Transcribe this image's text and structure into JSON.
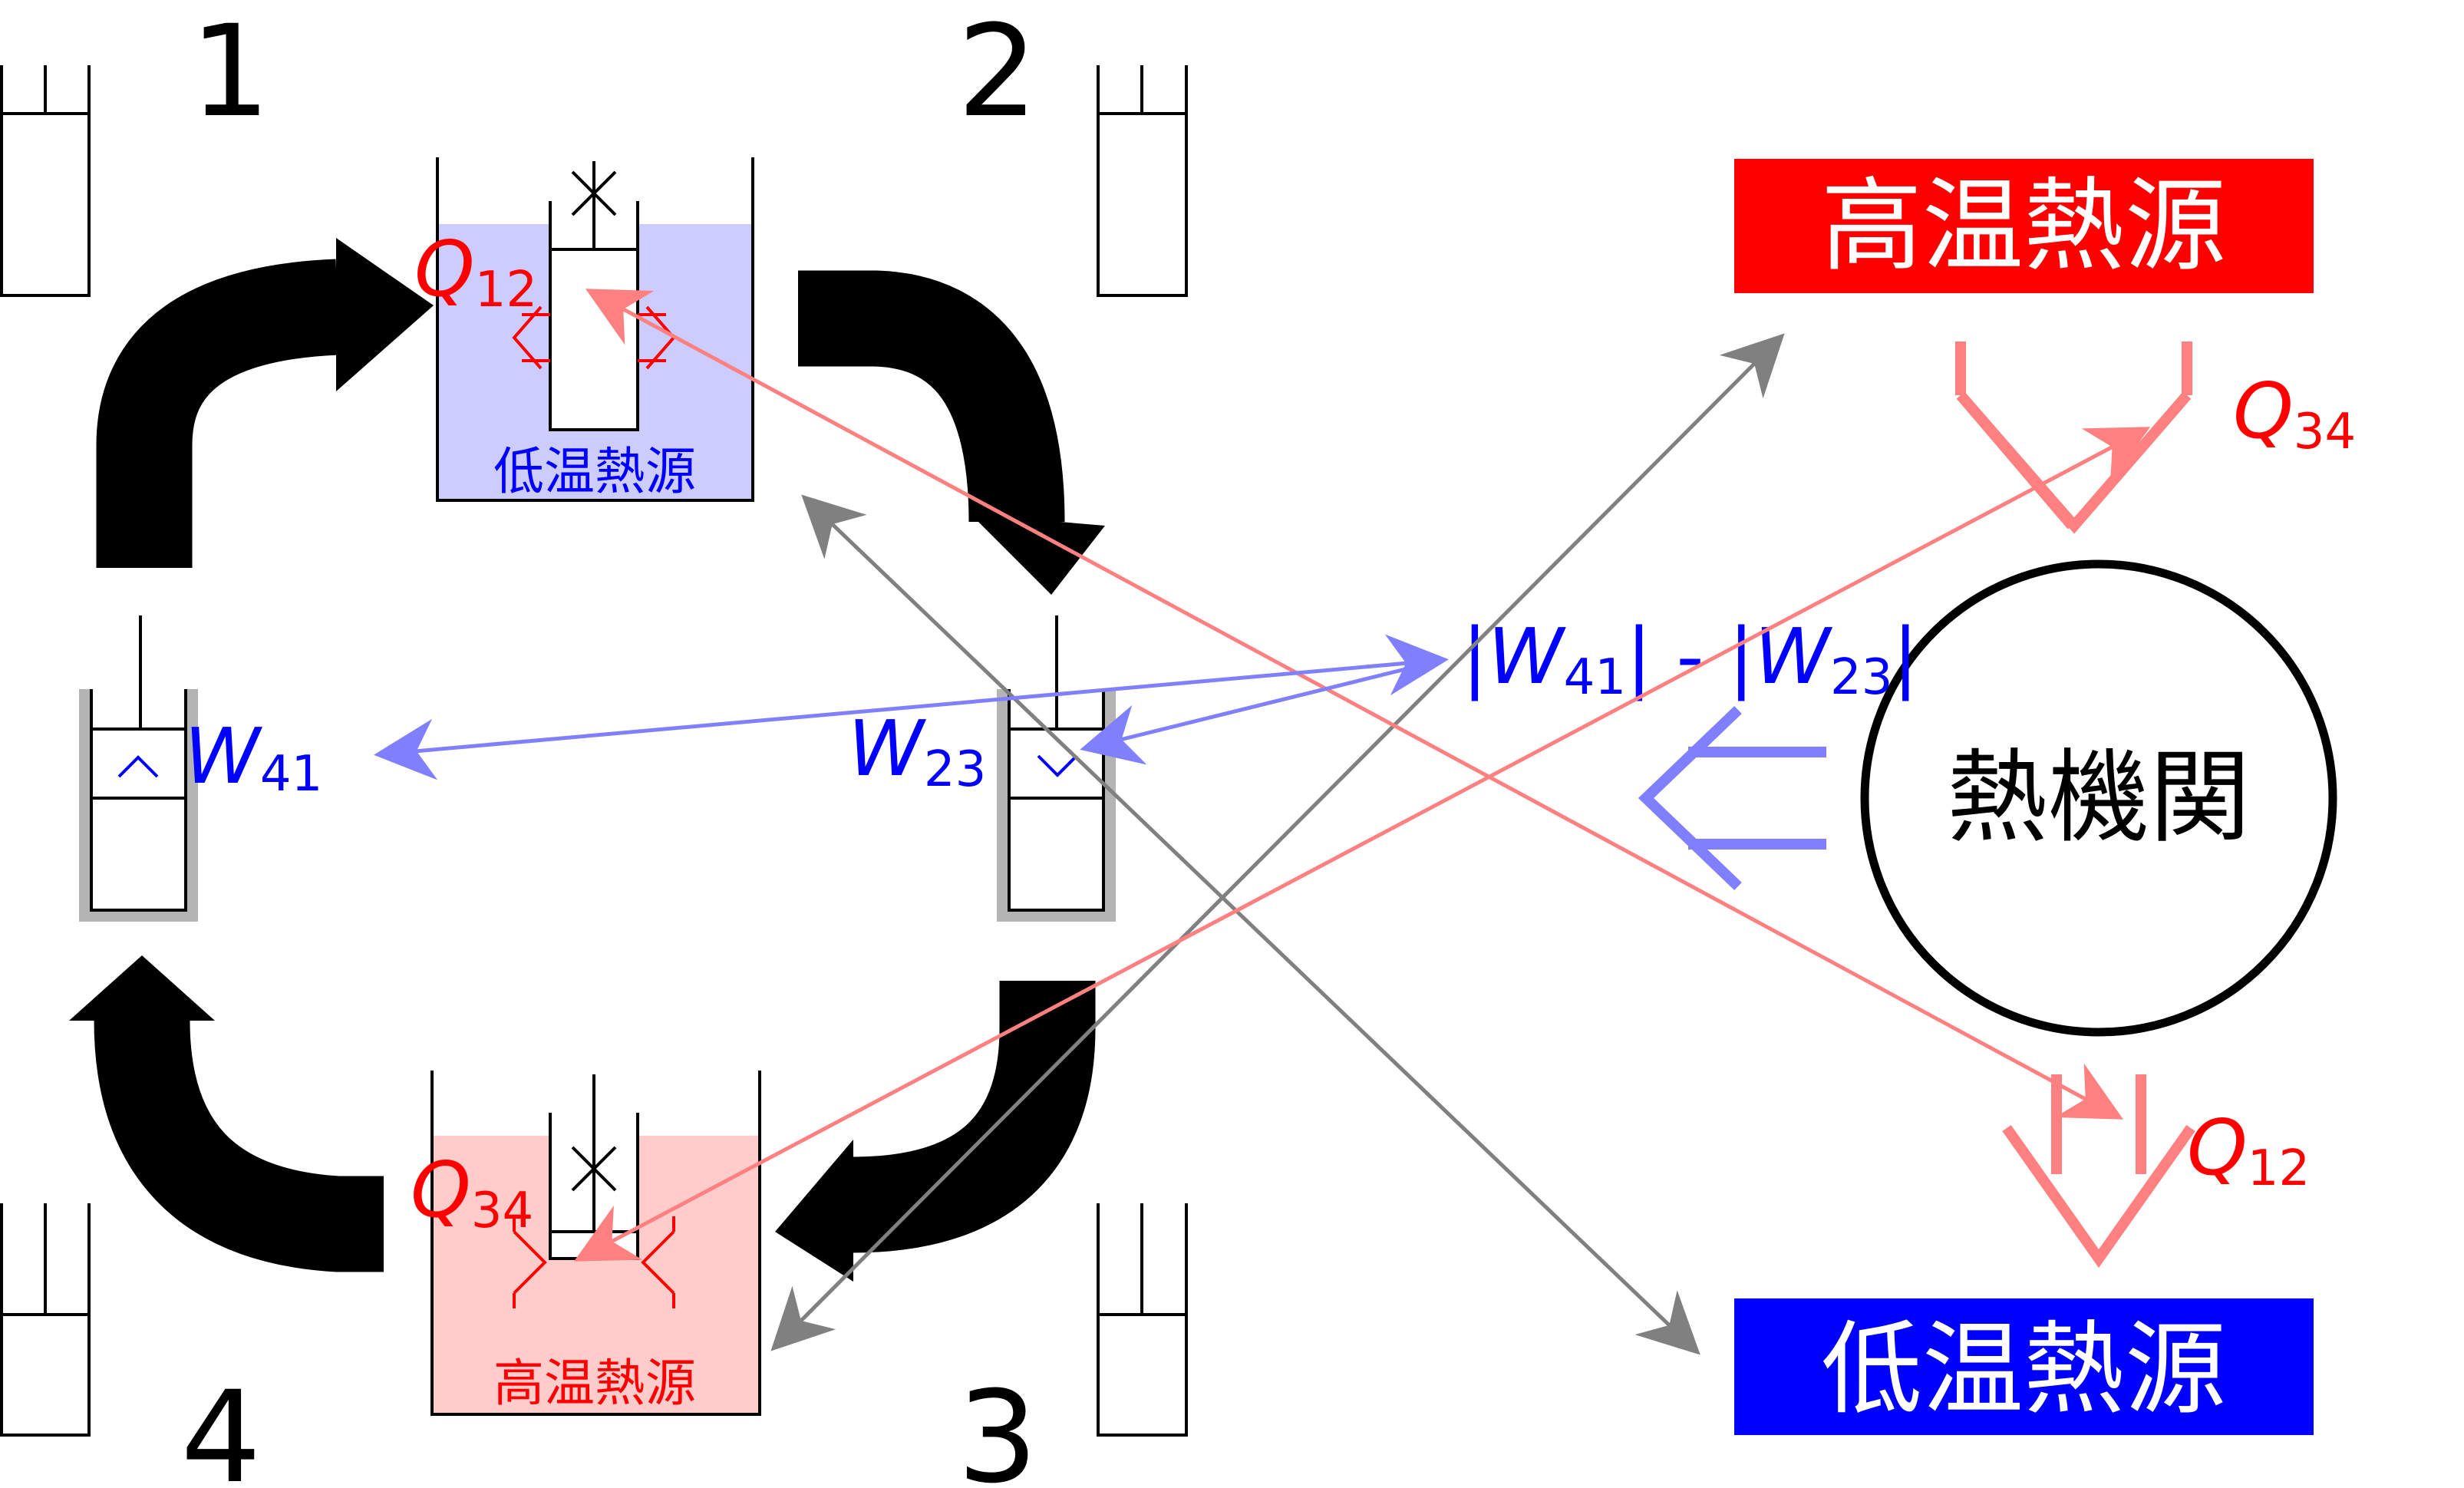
{
  "step_labels": {
    "one": "1",
    "two": "2",
    "three": "3",
    "four": "4"
  },
  "reservoirs": {
    "hot": "高温熱源",
    "cold": "低温熱源"
  },
  "engine": {
    "label": "熱機関"
  },
  "heat": {
    "q12": {
      "symbol": "Q",
      "subscript": "12"
    },
    "q34": {
      "symbol": "Q",
      "subscript": "34"
    }
  },
  "work": {
    "w41": {
      "symbol": "W",
      "subscript": "41"
    },
    "w23": {
      "symbol": "W",
      "subscript": "23"
    },
    "net": {
      "bar_open": "|",
      "symbol_a": "W",
      "subscript_a": "41",
      "bar_mid": "| - |",
      "symbol_b": "W",
      "subscript_b": "23",
      "bar_close": "|"
    }
  },
  "colors": {
    "hot": "#ff0000",
    "cold": "#0000ff",
    "hot_arrow": "#ff8080",
    "cold_arrow": "#8080ff",
    "grey_arrow": "#808080",
    "hot_fill": "#ffcccc",
    "cold_fill": "#ccccff"
  }
}
